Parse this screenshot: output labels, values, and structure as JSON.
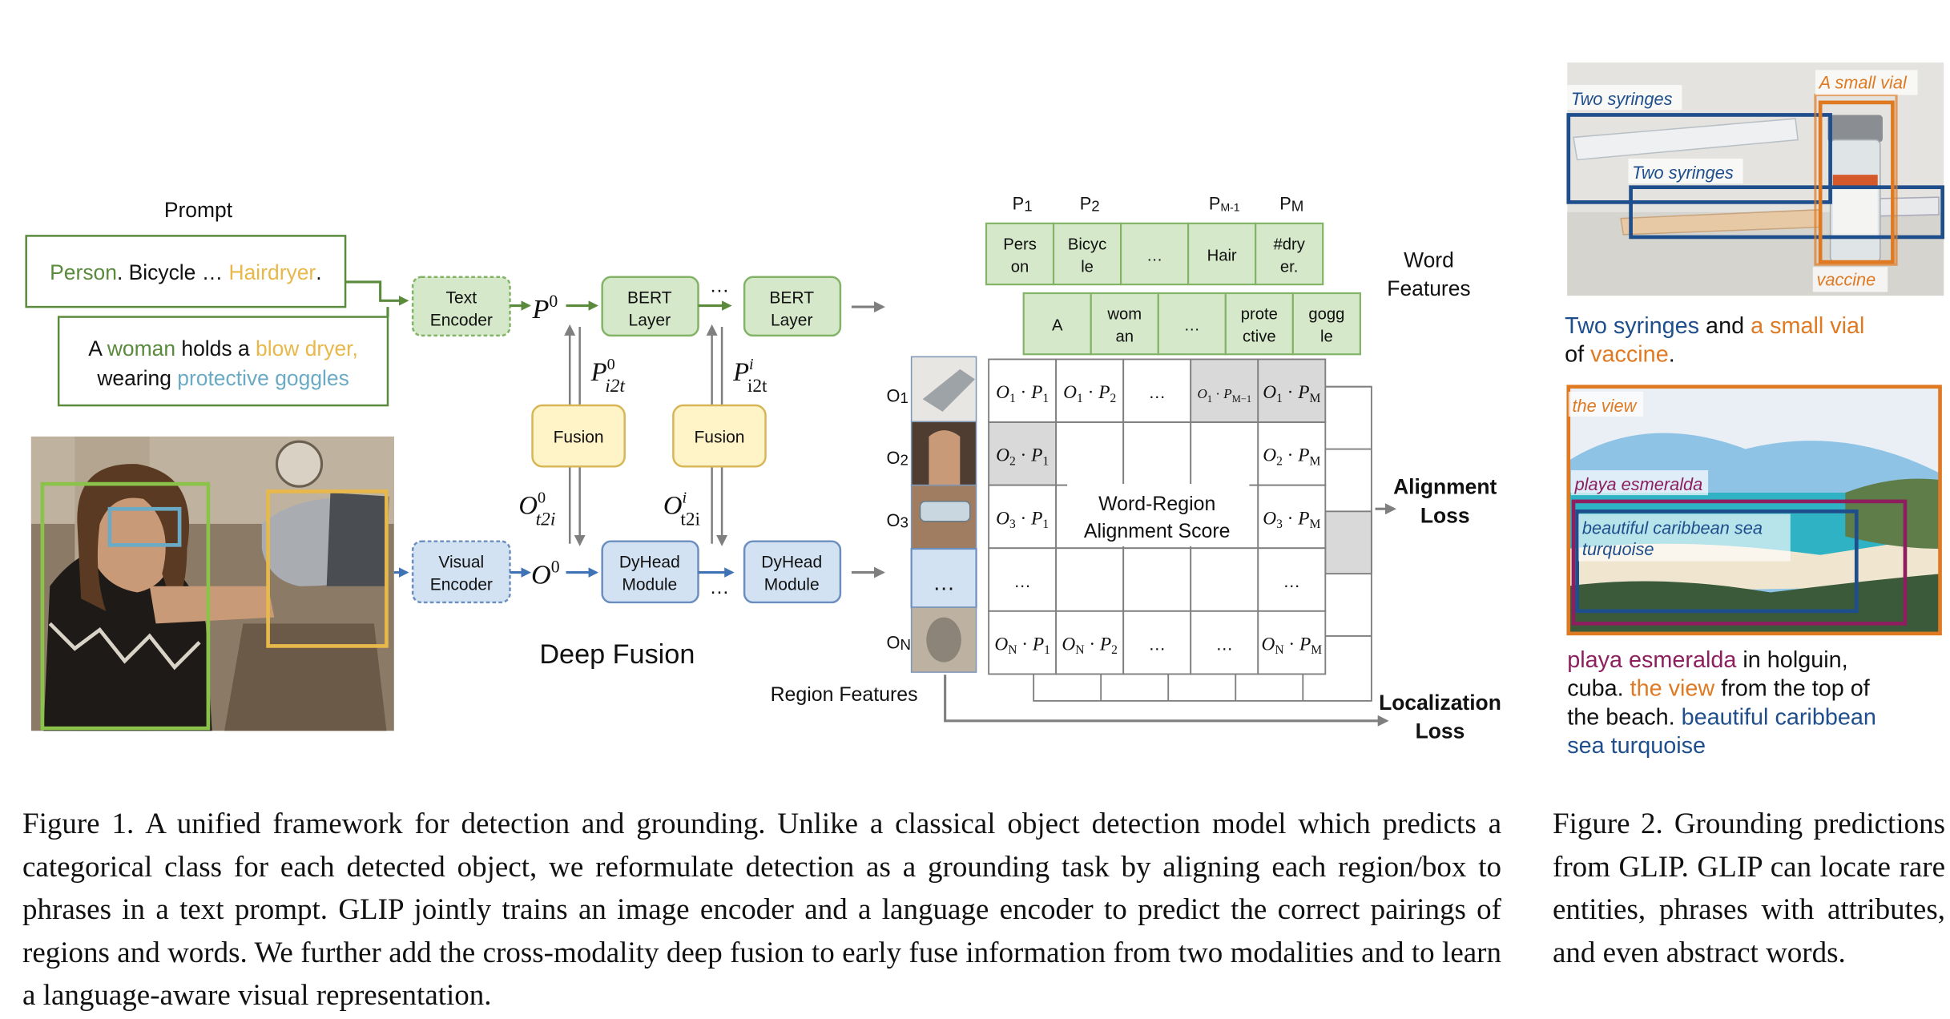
{
  "figure1": {
    "prompt_label": "Prompt",
    "prompt1": [
      {
        "text": "Person",
        "color": "#5a8a3c"
      },
      {
        "text": ". Bicycle … ",
        "color": "#111111"
      },
      {
        "text": "Hairdryer",
        "color": "#e8b84a"
      },
      {
        "text": ".",
        "color": "#111111"
      }
    ],
    "prompt2_line1": [
      {
        "text": "A ",
        "color": "#111111"
      },
      {
        "text": "woman",
        "color": "#5a8a3c"
      },
      {
        "text": " holds a ",
        "color": "#111111"
      },
      {
        "text": "blow dryer,",
        "color": "#e8b84a"
      }
    ],
    "prompt2_line2": [
      {
        "text": "wearing ",
        "color": "#111111"
      },
      {
        "text": "protective goggles",
        "color": "#6aaac4"
      }
    ],
    "text_encoder": [
      "Text",
      "Encoder"
    ],
    "visual_encoder": [
      "Visual",
      "Encoder"
    ],
    "bert_layer": [
      "BERT",
      "Layer"
    ],
    "fusion": "Fusion",
    "dyhead": [
      "DyHead",
      "Module"
    ],
    "ellipsis": "…",
    "deep_fusion": "Deep Fusion",
    "region_features": "Region Features",
    "word_features": [
      "Word",
      "Features"
    ],
    "alignment_loss": [
      "Alignment",
      "Loss"
    ],
    "localization_loss": [
      "Localization",
      "Loss"
    ],
    "score_label": [
      "Word-Region",
      "Alignment Score"
    ],
    "p_headers": [
      {
        "base": "P",
        "sub": "1"
      },
      {
        "base": "P",
        "sub": "2"
      },
      {
        "base": "P",
        "sub": "M-1"
      },
      {
        "base": "P",
        "sub": "M"
      }
    ],
    "word_row1": [
      [
        "Pers",
        "on"
      ],
      [
        "Bicyc",
        "le"
      ],
      [
        "…"
      ],
      [
        "Hair"
      ],
      [
        "#dry",
        "er."
      ]
    ],
    "word_row2": [
      [
        "A"
      ],
      [
        "wom",
        "an"
      ],
      [
        "…"
      ],
      [
        "prote",
        "ctive"
      ],
      [
        "gogg",
        "le"
      ]
    ],
    "o_labels": [
      {
        "base": "O",
        "sub": "1"
      },
      {
        "base": "O",
        "sub": "2"
      },
      {
        "base": "O",
        "sub": "3"
      },
      {
        "base": "O",
        "sub": "N"
      }
    ],
    "region_ellipsis": "…",
    "grid_cells": [
      [
        [
          "O",
          "1",
          "P",
          "1"
        ],
        [
          "O",
          "1",
          "P",
          "2"
        ],
        "…",
        [
          "O",
          "1",
          "P",
          "M−1"
        ],
        [
          "O",
          "1",
          "P",
          "M"
        ]
      ],
      [
        [
          "O",
          "2",
          "P",
          "1"
        ],
        "",
        "",
        "",
        [
          "O",
          "2",
          "P",
          "M"
        ]
      ],
      [
        [
          "O",
          "3",
          "P",
          "1"
        ],
        "",
        "",
        "",
        [
          "O",
          "3",
          "P",
          "M"
        ]
      ],
      [
        "…",
        "",
        "",
        "",
        "…"
      ],
      [
        [
          "O",
          "N",
          "P",
          "1"
        ],
        [
          "O",
          "N",
          "P",
          "2"
        ],
        "…",
        "…",
        [
          "O",
          "N",
          "P",
          "M"
        ]
      ]
    ],
    "colors": {
      "green_fill": "#d5e8c9",
      "green_stroke": "#82b366",
      "blue_fill": "#d2e2f2",
      "blue_stroke": "#6c8ebf",
      "yellow_fill": "#fff3c8",
      "yellow_stroke": "#d6b656",
      "grey_cell": "#d9d9d9",
      "green_arrow": "#5a8a3c",
      "blue_arrow": "#3f73b5"
    }
  },
  "figure2": {
    "photo1_labels": [
      "Two syringes",
      "Two syringes",
      "A small vial",
      "vaccine"
    ],
    "caption1": [
      {
        "text": "Two syringes",
        "color": "#1f4e8c"
      },
      {
        "text": " and ",
        "color": "#111111"
      },
      {
        "text": "a small vial",
        "color": "#e07a22"
      },
      {
        "text": " of ",
        "color": "#111111"
      },
      {
        "text": "vaccine",
        "color": "#e07a22"
      },
      {
        "text": ".",
        "color": "#111111"
      }
    ],
    "photo2_labels": [
      "the view",
      "playa esmeralda",
      "beautiful caribbean sea turquoise"
    ],
    "caption2": [
      {
        "text": "playa esmeralda",
        "color": "#8e1f5e"
      },
      {
        "text": " in holguin, cuba. ",
        "color": "#111111"
      },
      {
        "text": "the view",
        "color": "#e07a22"
      },
      {
        "text": " from the top of the beach. ",
        "color": "#111111"
      },
      {
        "text": "beautiful caribbean sea turquoise",
        "color": "#1f4e8c"
      }
    ]
  },
  "captions": {
    "fig1_label": "Figure 1.",
    "fig1_text": "A unified framework for detection and grounding. Unlike a classical object detection model which predicts a categorical class for each detected object, we reformulate detection as a grounding task by aligning each region/box to phrases in a text prompt. GLIP jointly trains an image encoder and a language encoder to predict the correct pairings of regions and words. We further add the cross-modality deep fusion to early fuse information from two modalities and to learn a language-aware visual representation.",
    "fig2_label": "Figure 2.",
    "fig2_text": "Grounding predictions from GLIP. GLIP can locate rare entities, phrases with attributes, and even abstract words."
  }
}
